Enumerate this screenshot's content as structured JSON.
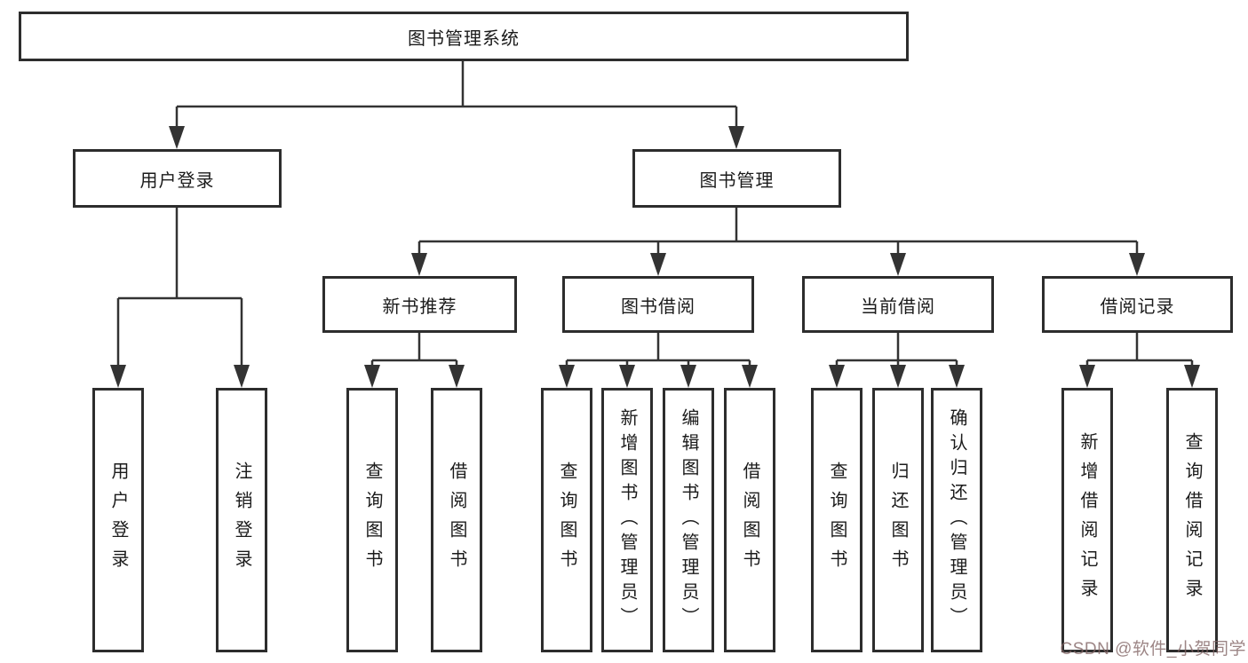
{
  "tree": {
    "root": {
      "label": "图书管理系统"
    },
    "branches": [
      {
        "label": "用户登录",
        "children": [
          {
            "label": "用户登录"
          },
          {
            "label": "注销登录"
          }
        ]
      },
      {
        "label": "图书管理",
        "groups": [
          {
            "label": "新书推荐",
            "children": [
              {
                "label": "查询图书"
              },
              {
                "label": "借阅图书"
              }
            ]
          },
          {
            "label": "图书借阅",
            "children": [
              {
                "label": "查询图书"
              },
              {
                "label": "新增图书（管理员）"
              },
              {
                "label": "编辑图书（管理员）"
              },
              {
                "label": "借阅图书"
              }
            ]
          },
          {
            "label": "当前借阅",
            "children": [
              {
                "label": "查询图书"
              },
              {
                "label": "归还图书"
              },
              {
                "label": "确认归还（管理员）"
              }
            ]
          },
          {
            "label": "借阅记录",
            "children": [
              {
                "label": "新增借阅记录"
              },
              {
                "label": "查询借阅记录"
              }
            ]
          }
        ]
      }
    ]
  },
  "watermark": {
    "text": "CSDN @软件_小贺同学"
  },
  "colors": {
    "line": "#333333",
    "box_border": "#2d2d2d",
    "text": "#1b1b1b",
    "background": "#ffffff"
  }
}
